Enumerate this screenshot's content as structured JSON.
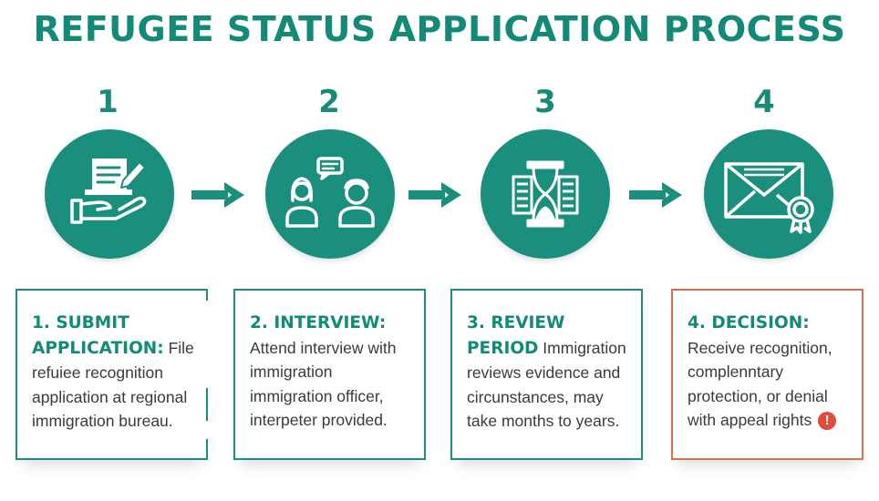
{
  "title": "REFUGEE STATUS APPLICATION PROCESS",
  "colors": {
    "teal": "#1a8f7e",
    "heading": "#138a78",
    "red": "#e06a52",
    "alert": "#e24b3b"
  },
  "steps": [
    {
      "number": "1",
      "icon": "hand-document-pen-icon",
      "heading": "1. SUBMIT APPLICATION:",
      "body": "File refuiee recognition application at regional immigration bureau."
    },
    {
      "number": "2",
      "icon": "interview-people-icon",
      "heading": "2. INTERVIEW:",
      "body": "Attend interview with immigration immigration officer, interpeter provided."
    },
    {
      "number": "3",
      "icon": "hourglass-documents-icon",
      "heading": "3. REVIEW PERIOD",
      "body": "Immigration reviews evidence and circunstances, may take months to years."
    },
    {
      "number": "4",
      "icon": "envelope-seal-icon",
      "heading": "4. DECISION:",
      "body": "Receive recognition, complenntary protection, or denial with appeal rights"
    }
  ],
  "alert_icon": "!"
}
